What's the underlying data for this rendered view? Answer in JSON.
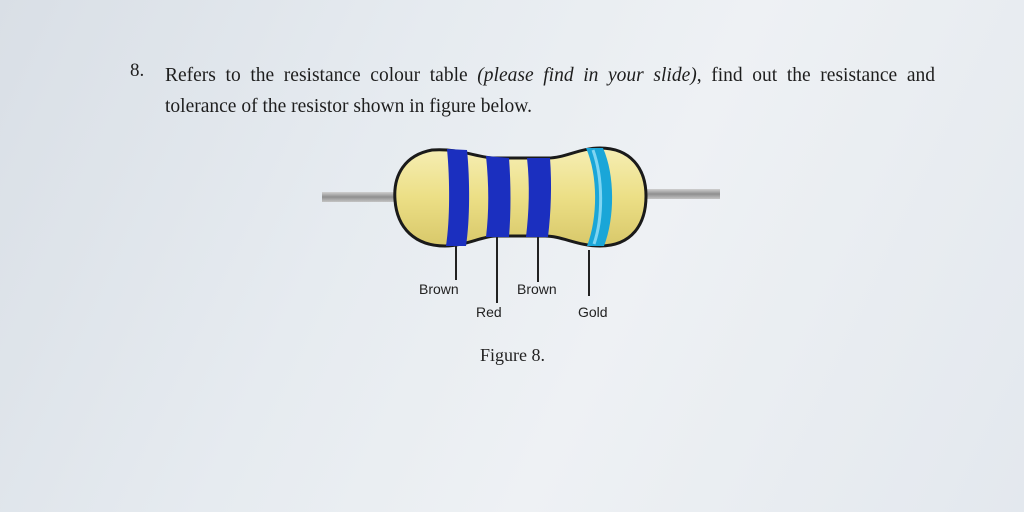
{
  "question": {
    "number": "8.",
    "text_part1": "Refers to the resistance colour table ",
    "text_italic": "(please find in your slide)",
    "text_part2": ", find out the resistance and tolerance of the resistor shown in figure below."
  },
  "figure": {
    "labels": {
      "band1": "Brown",
      "band2": "Red",
      "band3": "Brown",
      "band4": "Gold"
    },
    "caption": "Figure 8.",
    "colors": {
      "body": "#ecdf86",
      "band_blue": "#1b2fbf",
      "band_cyan": "#1aa6d8",
      "lead": "#9a9a9a"
    }
  }
}
